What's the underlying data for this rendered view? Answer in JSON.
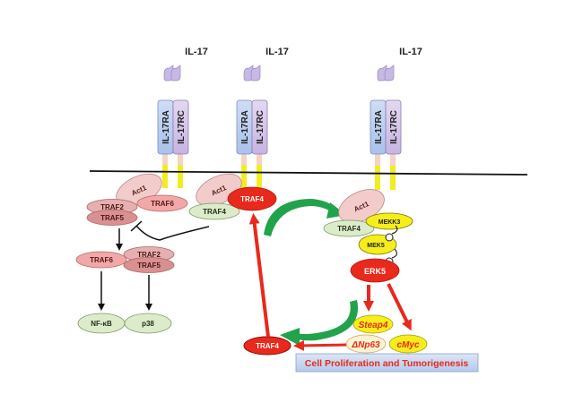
{
  "ligands": [
    {
      "label": "IL-17"
    },
    {
      "label": "IL-17"
    },
    {
      "label": "IL-17"
    }
  ],
  "receptors": {
    "ra": "IL-17RA",
    "rc": "IL-17RC"
  },
  "left_complex": {
    "act1": "Act1",
    "traf6": "TRAF6",
    "traf2": "TRAF2",
    "traf5": "TRAF5"
  },
  "middle_complex": {
    "act1": "Act1",
    "traf4": "TRAF4",
    "traf4_active": "TRAF4"
  },
  "right_complex": {
    "act1": "Act1",
    "traf4": "TRAF4",
    "mekk3": "MEKK3",
    "mek5": "MEK5",
    "erk5": "ERK5"
  },
  "downstream_left": {
    "traf6": "TRAF6",
    "traf2": "TRAF2",
    "traf5": "TRAF5",
    "nfkb": "NF-κB",
    "p38": "p38"
  },
  "targets": {
    "steap4": "Steap4",
    "dnp63": "ΔNp63",
    "cmyc": "cMyc",
    "traf4_feedback": "TRAF4"
  },
  "outcome": {
    "label": "Cell Proliferation and Tumorigenesis"
  },
  "colors": {
    "activation_arrow": "#e8291c",
    "feedback_arrow": "#22a24a",
    "traf4_red": "#e8291c",
    "yellow_node": "#f5ee1a",
    "green_node": "#dcebc9",
    "pink_node": "#f2c4c4",
    "outcome_box": "#c6d6ee",
    "outcome_text": "#e8291c"
  }
}
